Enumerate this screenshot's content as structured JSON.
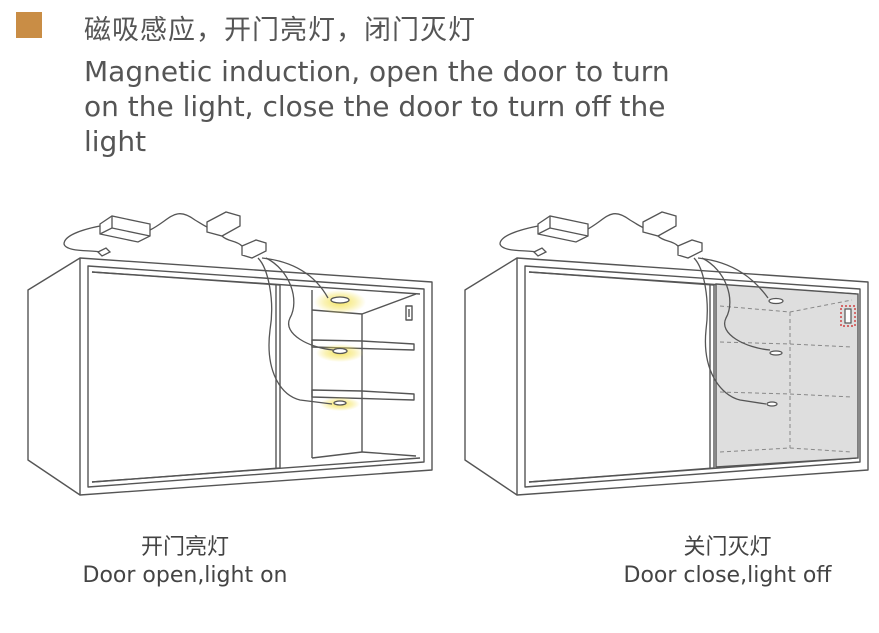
{
  "header": {
    "swatch_color": "#c98d45",
    "title_cn": "磁吸感应，开门亮灯，闭门灭灯",
    "title_en": "Magnetic induction, open the door to turn on the light, close the door to turn off the light"
  },
  "captions": {
    "left_cn": "开门亮灯",
    "left_en": "Door open,light on",
    "right_cn": "关门灭灯",
    "right_en": "Door close,light off"
  },
  "colors": {
    "line": "#555555",
    "glow": "#f4e35a",
    "door_fill": "#dedede",
    "sensor_highlight": "#cc2222"
  }
}
